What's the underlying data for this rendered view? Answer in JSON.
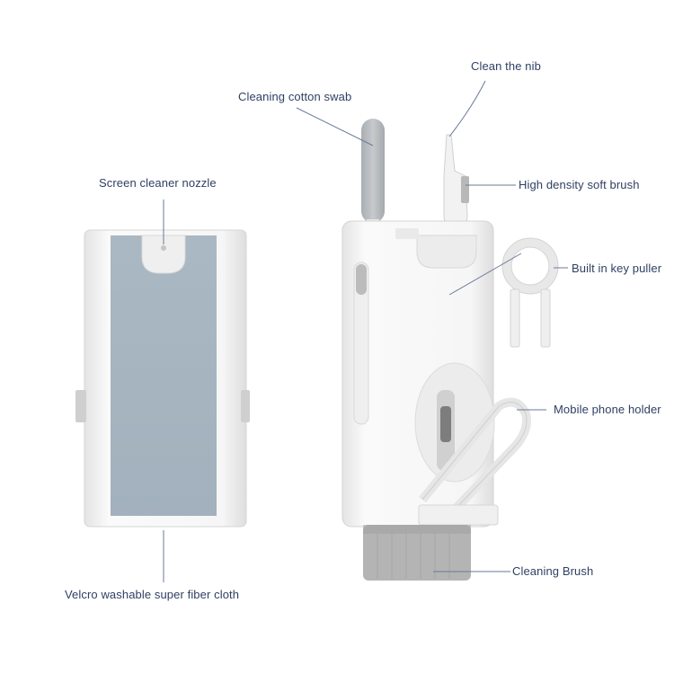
{
  "labels": {
    "clean_nib": "Clean the nib",
    "cotton_swab": "Cleaning cotton swab",
    "soft_brush": "High density soft brush",
    "screen_nozzle": "Screen cleaner nozzle",
    "key_puller": "Built in key puller",
    "phone_holder": "Mobile phone holder",
    "cleaning_brush": "Cleaning Brush",
    "fiber_cloth": "Velcro washable super fiber cloth"
  },
  "colors": {
    "label_text": "#2f3f63",
    "callout_line": "#6a7a9a",
    "device_body": "#f4f4f4",
    "cloth": "#a7b6c1",
    "swab": "#b9bec2",
    "bristles": "#b4b4b4"
  }
}
